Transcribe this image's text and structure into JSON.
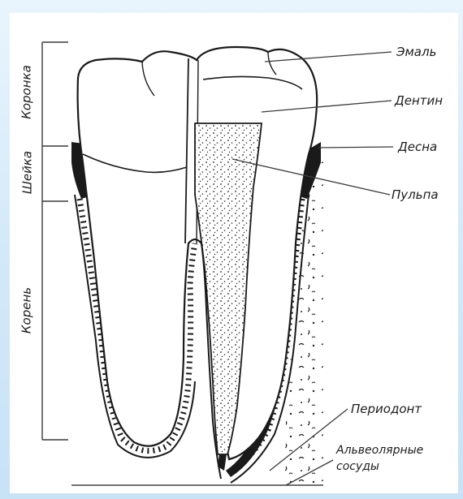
{
  "labels": {
    "enamel": "Эмаль",
    "dentin": "Дентин",
    "gum": "Десна",
    "pulp": "Пульпа",
    "periodontium": "Периодонт",
    "alveolar_1": "Альвеолярные",
    "alveolar_2": "сосуды"
  },
  "regions": {
    "crown": "Коронка",
    "neck": "Шейка",
    "root": "Корень"
  },
  "colors": {
    "background": "#d8ecfb",
    "panel": "#ffffff",
    "ink": "#1d1d1d"
  }
}
